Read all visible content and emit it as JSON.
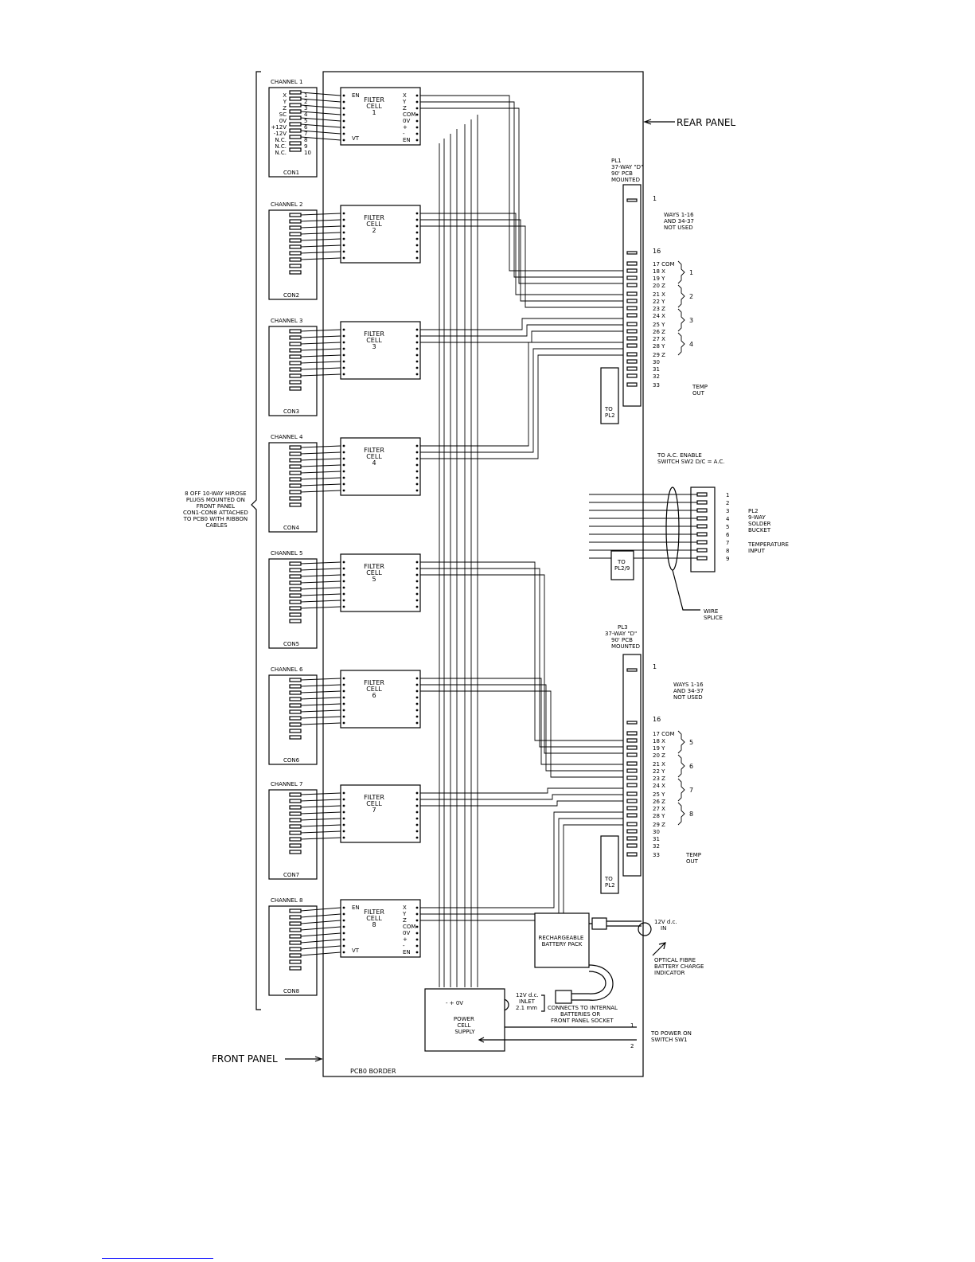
{
  "diagram": {
    "front_panel_label": "FRONT PANEL",
    "rear_panel_label": "REAR PANEL",
    "pcb_border_label": "PCB0 BORDER",
    "plugs_note": [
      "8 OFF 10-WAY HIROSE",
      "PLUGS MOUNTED ON",
      "FRONT PANEL",
      "CON1-CON8 ATTACHED",
      "TO PCB0 WITH RIBBON",
      "CABLES"
    ],
    "channel1_pins": [
      "X",
      "Y",
      "Z",
      "SC",
      "0V",
      "+12V",
      "-12V",
      "N.C.",
      "N.C.",
      "N.C."
    ],
    "channel1_pin_numbers": [
      "1",
      "2",
      "3",
      "4",
      "5",
      "6",
      "7",
      "8",
      "9",
      "10"
    ],
    "channels": [
      {
        "title": "CHANNEL 1",
        "connector": "CON1",
        "cell_line1": "FILTER",
        "cell_line2": "CELL",
        "cell_number": "1"
      },
      {
        "title": "CHANNEL 2",
        "connector": "CON2",
        "cell_line1": "FILTER",
        "cell_line2": "CELL",
        "cell_number": "2"
      },
      {
        "title": "CHANNEL 3",
        "connector": "CON3",
        "cell_line1": "FILTER",
        "cell_line2": "CELL",
        "cell_number": "3"
      },
      {
        "title": "CHANNEL 4",
        "connector": "CON4",
        "cell_line1": "FILTER",
        "cell_line2": "CELL",
        "cell_number": "4"
      },
      {
        "title": "CHANNEL 5",
        "connector": "CON5",
        "cell_line1": "FILTER",
        "cell_line2": "CELL",
        "cell_number": "5"
      },
      {
        "title": "CHANNEL 6",
        "connector": "CON6",
        "cell_line1": "FILTER",
        "cell_line2": "CELL",
        "cell_number": "6"
      },
      {
        "title": "CHANNEL 7",
        "connector": "CON7",
        "cell_line1": "FILTER",
        "cell_line2": "CELL",
        "cell_number": "7"
      },
      {
        "title": "CHANNEL 8",
        "connector": "CON8",
        "cell_line1": "FILTER",
        "cell_line2": "CELL",
        "cell_number": "8"
      }
    ],
    "cell_pins_left": [
      "EN",
      "VT"
    ],
    "cell_pins_right": [
      "X",
      "Y",
      "Z",
      "COM",
      "0V",
      "+",
      "-",
      "EN"
    ],
    "pl1": {
      "title": [
        "PL1",
        "37-WAY \"D\"",
        "90' PCB",
        "MOUNTED"
      ],
      "note": [
        "WAYS 1-16",
        "AND 34-37",
        "NOT USED"
      ],
      "first_pin": "1",
      "pin16": "16",
      "pins": [
        "17 COM",
        "18 X",
        "19 Y",
        "20 Z",
        "21 X",
        "22 Y",
        "23 Z",
        "24 X",
        "25 Y",
        "26 Z",
        "27 X",
        "28 Y",
        "29 Z",
        "30",
        "31",
        "32",
        "33"
      ],
      "groups": [
        "1",
        "2",
        "3",
        "4"
      ],
      "temp_out": [
        "TEMP",
        "OUT"
      ],
      "sub_pins": [
        "1",
        "2",
        "3",
        "4"
      ],
      "sub_label": [
        "TO",
        "PL2"
      ]
    },
    "pl3": {
      "title": [
        "PL3",
        "37-WAY \"D\"",
        "90' PCB",
        "MOUNTED"
      ],
      "note": [
        "WAYS 1-16",
        "AND 34-37",
        "NOT USED"
      ],
      "first_pin": "1",
      "pin16": "16",
      "pins": [
        "17 COM",
        "18 X",
        "19 Y",
        "20 Z",
        "21 X",
        "22 Y",
        "23 Z",
        "24 X",
        "25 Y",
        "26 Z",
        "27 X",
        "28 Y",
        "29 Z",
        "30",
        "31",
        "32",
        "33"
      ],
      "groups": [
        "5",
        "6",
        "7",
        "8"
      ],
      "temp_out": [
        "TEMP",
        "OUT"
      ],
      "sub_pins": [
        "5",
        "6",
        "7",
        "8"
      ],
      "sub_label": [
        "TO",
        "PL2"
      ]
    },
    "pl2": {
      "pins": [
        "1",
        "2",
        "3",
        "4",
        "5",
        "6",
        "7",
        "8",
        "9"
      ],
      "title": [
        "PL2",
        "9-WAY",
        "SOLDER",
        "BUCKET"
      ],
      "sub": [
        "TEMPERATURE",
        "INPUT"
      ],
      "to_pl": [
        "TO",
        "PL2/9"
      ]
    },
    "ac_enable": [
      "TO A.C. ENABLE",
      "SWITCH SW2 D/C = A.C."
    ],
    "wire_splice": [
      "WIRE",
      "SPLICE"
    ],
    "battery": [
      "RECHARGEABLE",
      "BATTERY PACK"
    ],
    "dc_in": [
      "12V d.c.",
      "IN"
    ],
    "optical": [
      "OPTICAL FIBRE",
      "BATTERY CHARGE",
      "INDICATOR"
    ],
    "psu": [
      "POWER",
      "CELL",
      "SUPPLY"
    ],
    "psu_terminals": "- + 0V",
    "inlet": [
      "12V d.c.",
      "INLET",
      "2.1 mm"
    ],
    "connects": [
      "CONNECTS TO INTERNAL",
      "BATTERIES OR",
      "FRONT PANEL SOCKET"
    ],
    "power_switch": [
      "TO POWER ON",
      "SWITCH SW1"
    ],
    "power_switch_pins": [
      "1",
      "2"
    ]
  }
}
